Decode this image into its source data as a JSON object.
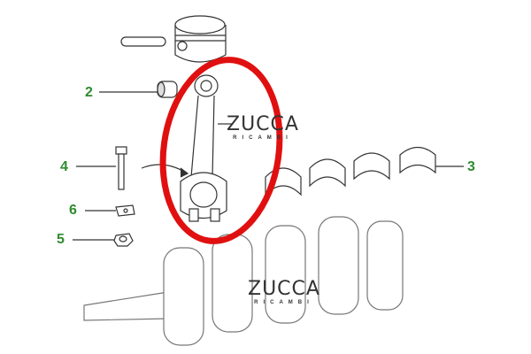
{
  "callouts": [
    {
      "id": "2",
      "text": "2"
    },
    {
      "id": "3",
      "text": "3"
    },
    {
      "id": "4",
      "text": "4"
    },
    {
      "id": "5",
      "text": "5"
    },
    {
      "id": "6",
      "text": "6"
    }
  ],
  "watermark": {
    "brand": "ZUCCA",
    "sub": "RICAMBI"
  },
  "highlight_color": "#e01010",
  "label_color": "#2e8b2e"
}
